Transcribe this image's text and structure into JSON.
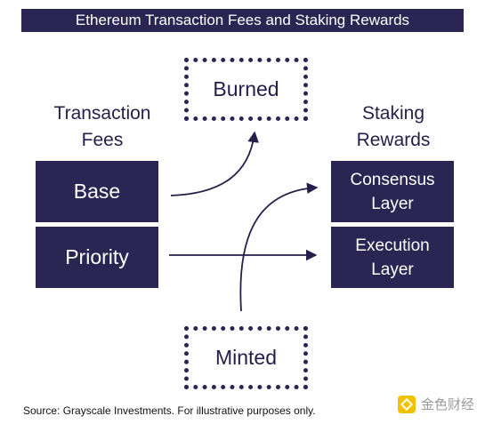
{
  "title": "Ethereum Transaction Fees and Staking Rewards",
  "burned_label": "Burned",
  "minted_label": "Minted",
  "left_column": {
    "heading": [
      "Transaction",
      "Fees"
    ],
    "boxes": [
      "Base",
      "Priority"
    ]
  },
  "right_column": {
    "heading": [
      "Staking",
      "Rewards"
    ],
    "boxes": [
      [
        "Consensus",
        "Layer"
      ],
      [
        "Execution",
        "Layer"
      ]
    ]
  },
  "source": "Source: Grayscale Investments. For illustrative purposes only.",
  "watermark": "金色财经",
  "colors": {
    "navy": "#2b2553",
    "text": "#241f4a",
    "watermark": "#f2c200"
  }
}
